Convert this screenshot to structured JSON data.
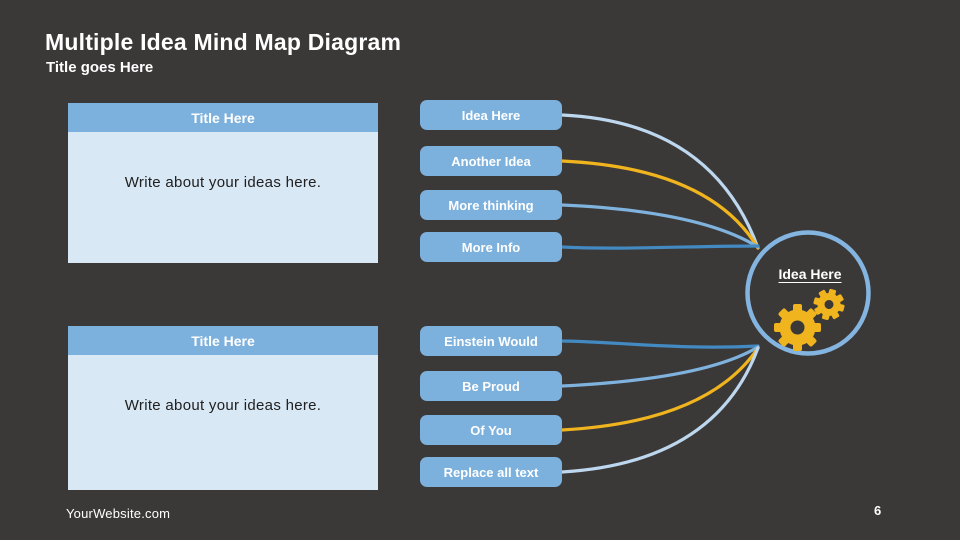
{
  "slide": {
    "title": "Multiple Idea Mind Map Diagram",
    "subtitle": "Title goes Here",
    "footer": "YourWebsite.com",
    "page_number": "6"
  },
  "colors": {
    "background": "#3B3838",
    "node_blue": "#7DB1DD",
    "card_body_blue": "#D9E8F5",
    "line_pale_blue": "#BDD7EE",
    "line_light_blue": "#7FB2DD",
    "line_dark_blue": "#4389C2",
    "line_yellow": "#F0B41E",
    "circle_stroke": "#84B5E0",
    "gear_yellow": "#F0B41E",
    "text_white": "#FFFFFF"
  },
  "left_cards": [
    {
      "header": "Title Here",
      "body": "Write about your ideas here."
    },
    {
      "header": "Title Here",
      "body": "Write about your ideas here."
    }
  ],
  "top_ideas": [
    {
      "label": "Idea Here",
      "line_color": "#BDD7EE"
    },
    {
      "label": "Another Idea",
      "line_color": "#F0B41E"
    },
    {
      "label": "More thinking",
      "line_color": "#7FB2DD"
    },
    {
      "label": "More Info",
      "line_color": "#4389C2"
    }
  ],
  "bottom_ideas": [
    {
      "label": "Einstein Would",
      "line_color": "#4389C2"
    },
    {
      "label": "Be Proud",
      "line_color": "#7FB2DD"
    },
    {
      "label": "Of You",
      "line_color": "#F0B41E"
    },
    {
      "label": "Replace all text",
      "line_color": "#BDD7EE"
    }
  ],
  "hub": {
    "label": "Idea Here"
  }
}
